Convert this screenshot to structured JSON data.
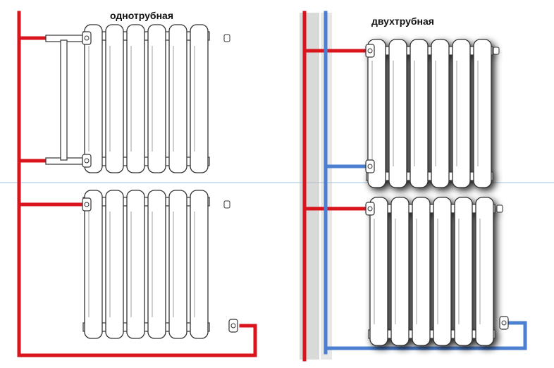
{
  "diagrams": [
    {
      "title": "однотрубная"
    },
    {
      "title": "двухтрубная"
    }
  ],
  "colors": {
    "supply_pipe": "#d9141c",
    "return_pipe": "#4c7fd0",
    "riser_gray": "#b9b9b9",
    "guide_line": "#9fc3df",
    "outline": "#333333"
  },
  "icons": [
    "radiator",
    "valve",
    "bypass-pipe",
    "supply-riser",
    "return-riser"
  ]
}
